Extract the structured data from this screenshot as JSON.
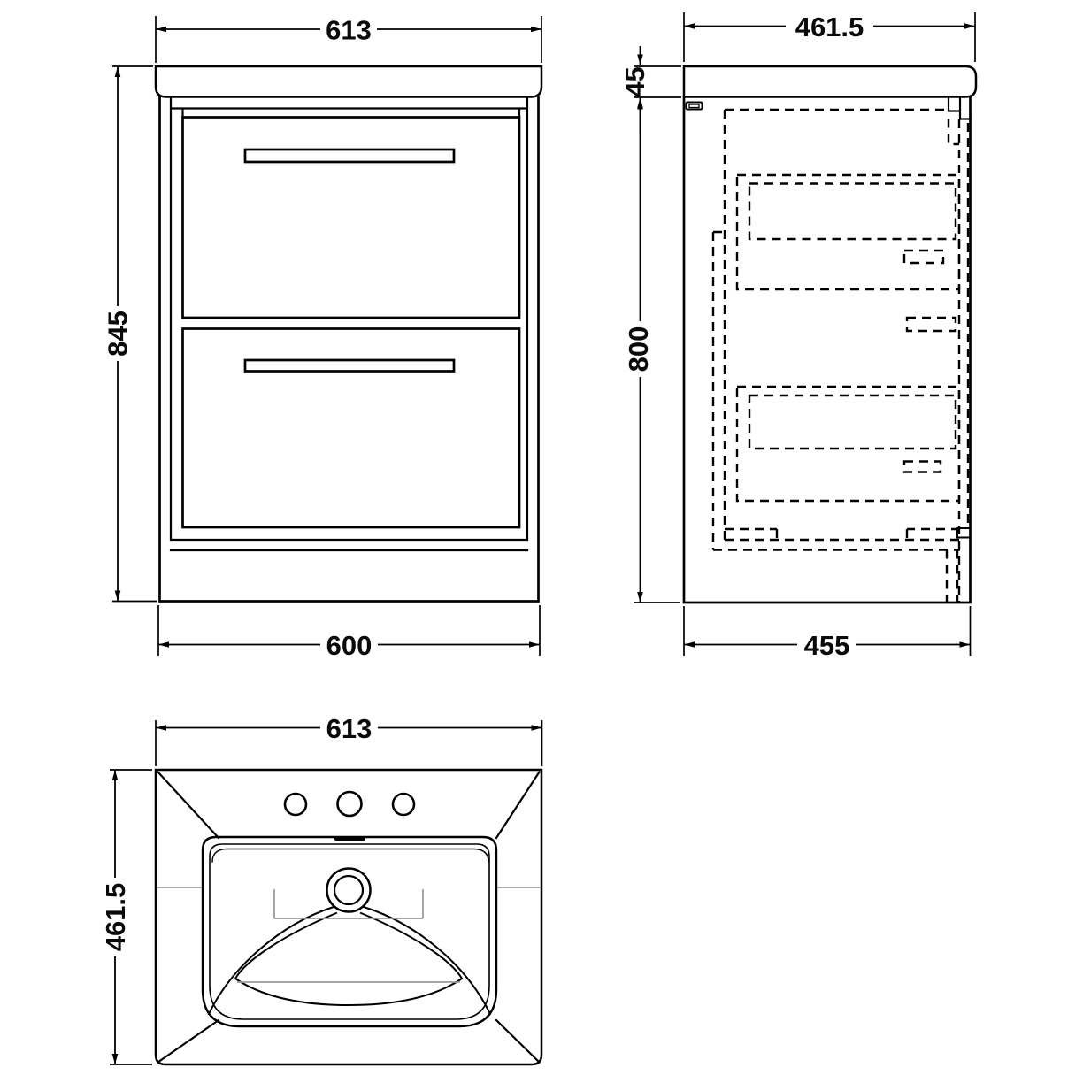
{
  "drawing": {
    "background": "#ffffff",
    "line_color": "#000000",
    "contour_line_color": "#9b9b9b",
    "dimension_text_color": "#0a0a0a",
    "views": {
      "front_elevation": {
        "dims": {
          "width_top": "613",
          "height_left": "845",
          "width_bottom": "600"
        }
      },
      "side_elevation": {
        "dims": {
          "depth_top": "461.5",
          "worktop_thickness": "45",
          "height_left": "800",
          "depth_bottom": "455"
        }
      },
      "basin_plan": {
        "dims": {
          "width_top": "613",
          "depth_left": "461.5"
        }
      }
    }
  }
}
